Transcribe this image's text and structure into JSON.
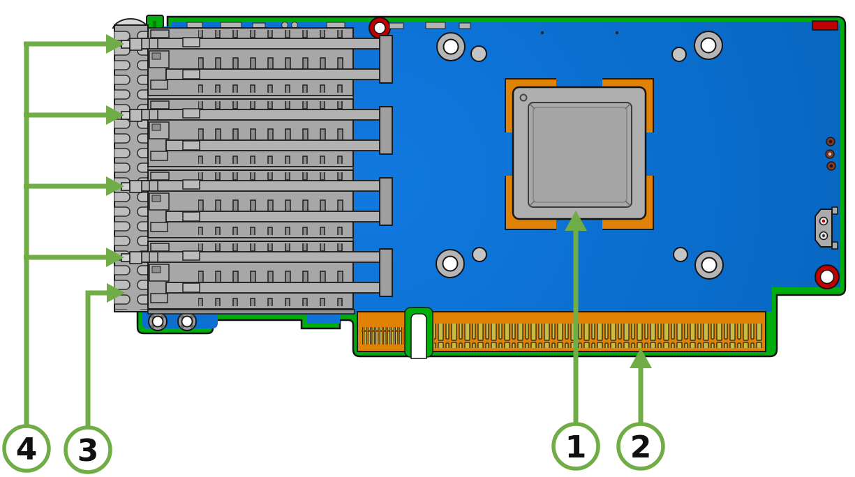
{
  "figure": {
    "type": "hardware-component-diagram",
    "description": "Top view illustration of a quad-port network adapter card with four numbered callouts",
    "colors": {
      "pcb_green": "#00AD0C",
      "board_blue": "#0B70D4",
      "connector_orange": "#E08206",
      "gold_finger": "#C9BC42",
      "callout_green": "#70AD47",
      "cage_gray": "#A7A7A7",
      "marker_red": "#C00000"
    }
  },
  "callouts": [
    {
      "number": "1"
    },
    {
      "number": "2"
    },
    {
      "number": "3"
    },
    {
      "number": "4"
    }
  ]
}
